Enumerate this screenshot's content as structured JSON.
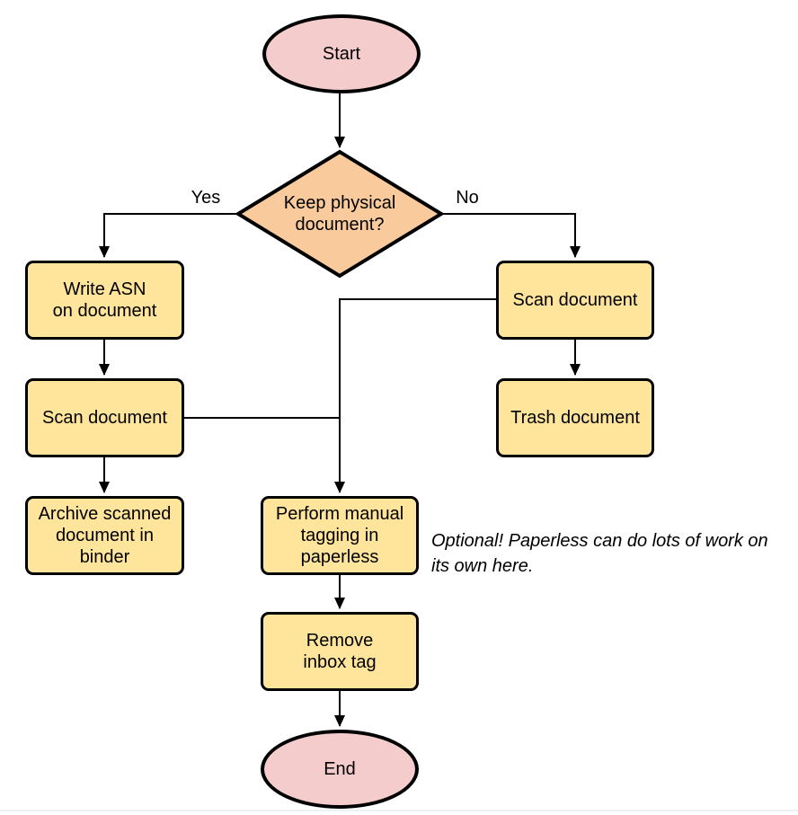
{
  "diagram": {
    "type": "flowchart",
    "nodes": {
      "start": {
        "label": "Start",
        "shape": "terminator"
      },
      "decision": {
        "label": "Keep physical\ndocument?",
        "shape": "decision"
      },
      "write_asn": {
        "label": "Write ASN\non document",
        "shape": "process"
      },
      "scan_yes": {
        "label": "Scan document",
        "shape": "process"
      },
      "archive": {
        "label": "Archive scanned\ndocument in\nbinder",
        "shape": "process"
      },
      "scan_no": {
        "label": "Scan document",
        "shape": "process"
      },
      "trash": {
        "label": "Trash document",
        "shape": "process"
      },
      "tagging": {
        "label": "Perform manual\ntagging in\npaperless",
        "shape": "process"
      },
      "remove_tag": {
        "label": "Remove\ninbox tag",
        "shape": "process"
      },
      "end": {
        "label": "End",
        "shape": "terminator"
      }
    },
    "edges": [
      {
        "from": "start",
        "to": "decision",
        "label": ""
      },
      {
        "from": "decision",
        "to": "write_asn",
        "label": "Yes"
      },
      {
        "from": "decision",
        "to": "scan_no",
        "label": "No"
      },
      {
        "from": "write_asn",
        "to": "scan_yes",
        "label": ""
      },
      {
        "from": "scan_yes",
        "to": "archive",
        "label": ""
      },
      {
        "from": "scan_no",
        "to": "trash",
        "label": ""
      },
      {
        "from": "scan_yes",
        "to": "tagging",
        "label": ""
      },
      {
        "from": "scan_no",
        "to": "tagging",
        "label": ""
      },
      {
        "from": "tagging",
        "to": "remove_tag",
        "label": ""
      },
      {
        "from": "remove_tag",
        "to": "end",
        "label": ""
      }
    ],
    "annotation": "Optional! Paperless can do lots of work on\nits own here.",
    "colors": {
      "terminator": "#f4cccc",
      "decision": "#f9cb9c",
      "process": "#ffe49c",
      "stroke": "#000000"
    }
  }
}
